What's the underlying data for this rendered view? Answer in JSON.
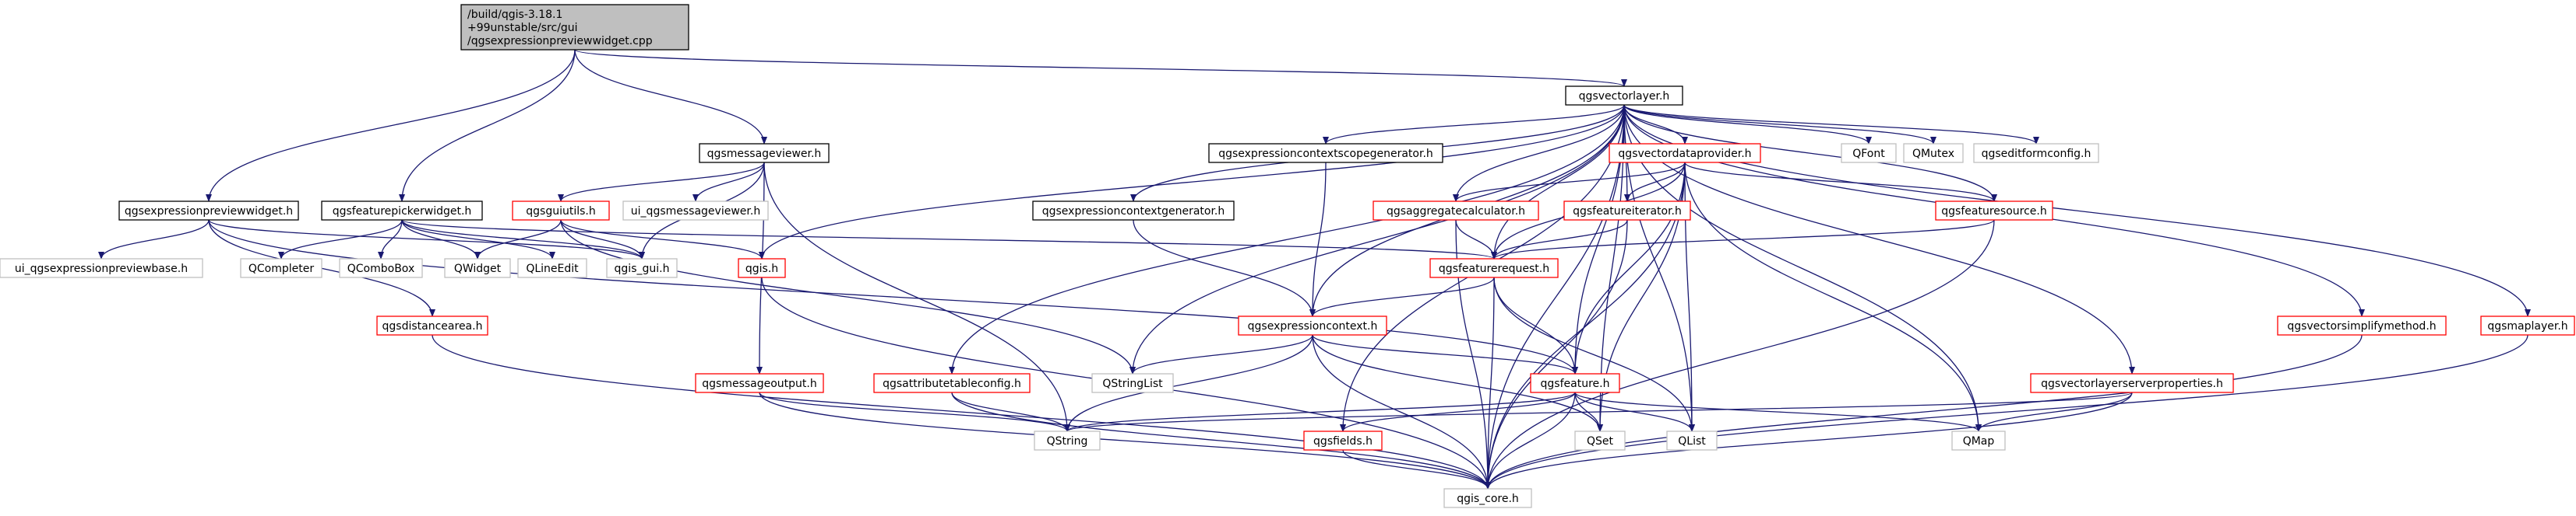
{
  "colors": {
    "edge": "#191970",
    "black_border": "#000000",
    "red_border": "#ff0000",
    "gray_border": "#bfbfbf",
    "root_fill": "#bfbfbf",
    "text": "#000000"
  },
  "nodes": [
    {
      "id": "root",
      "lines": [
        "/build/qgis-3.18.1",
        "+99unstable/src/gui",
        "/qgsexpressionpreviewwidget.cpp"
      ],
      "style": "root"
    },
    {
      "id": "qgsvectorlayer",
      "lines": [
        "qgsvectorlayer.h"
      ],
      "style": "black"
    },
    {
      "id": "qgsmessageviewer",
      "lines": [
        "qgsmessageviewer.h"
      ],
      "style": "black"
    },
    {
      "id": "qgsexpressionpreviewwidget",
      "lines": [
        "qgsexpressionpreviewwidget.h"
      ],
      "style": "black"
    },
    {
      "id": "qgsfeaturepickerwidget",
      "lines": [
        "qgsfeaturepickerwidget.h"
      ],
      "style": "black"
    },
    {
      "id": "qgsguiutils",
      "lines": [
        "qgsguiutils.h"
      ],
      "style": "red"
    },
    {
      "id": "ui_qgsmessageviewer",
      "lines": [
        "ui_qgsmessageviewer.h"
      ],
      "style": "gray"
    },
    {
      "id": "qgsexpressioncontextscopegenerator",
      "lines": [
        "qgsexpressioncontextscopegenerator.h"
      ],
      "style": "black"
    },
    {
      "id": "qgsvectordataprovider",
      "lines": [
        "qgsvectordataprovider.h"
      ],
      "style": "red"
    },
    {
      "id": "qfont",
      "lines": [
        "QFont"
      ],
      "style": "gray"
    },
    {
      "id": "qmutex",
      "lines": [
        "QMutex"
      ],
      "style": "gray"
    },
    {
      "id": "qgseditformconfig",
      "lines": [
        "qgseditformconfig.h"
      ],
      "style": "gray"
    },
    {
      "id": "ui_qgsexpressionpreviewbase",
      "lines": [
        "ui_qgsexpressionpreviewbase.h"
      ],
      "style": "gray"
    },
    {
      "id": "qcompleter",
      "lines": [
        "QCompleter"
      ],
      "style": "gray"
    },
    {
      "id": "qcombobox",
      "lines": [
        "QComboBox"
      ],
      "style": "gray"
    },
    {
      "id": "qwidget",
      "lines": [
        "QWidget"
      ],
      "style": "gray"
    },
    {
      "id": "qlineedit",
      "lines": [
        "QLineEdit"
      ],
      "style": "gray"
    },
    {
      "id": "qgis_gui",
      "lines": [
        "qgis_gui.h"
      ],
      "style": "gray"
    },
    {
      "id": "qgis",
      "lines": [
        "qgis.h"
      ],
      "style": "red"
    },
    {
      "id": "qgsexpressioncontextgenerator",
      "lines": [
        "qgsexpressioncontextgenerator.h"
      ],
      "style": "black"
    },
    {
      "id": "qgsaggregatecalculator",
      "lines": [
        "qgsaggregatecalculator.h"
      ],
      "style": "red"
    },
    {
      "id": "qgsfeatureiterator",
      "lines": [
        "qgsfeatureiterator.h"
      ],
      "style": "red"
    },
    {
      "id": "qgsfeaturesource",
      "lines": [
        "qgsfeaturesource.h"
      ],
      "style": "red"
    },
    {
      "id": "qgsfeaturerequest",
      "lines": [
        "qgsfeaturerequest.h"
      ],
      "style": "red"
    },
    {
      "id": "qgsdistancearea",
      "lines": [
        "qgsdistancearea.h"
      ],
      "style": "red"
    },
    {
      "id": "qgsexpressioncontext",
      "lines": [
        "qgsexpressioncontext.h"
      ],
      "style": "red"
    },
    {
      "id": "qgsmessageoutput",
      "lines": [
        "qgsmessageoutput.h"
      ],
      "style": "red"
    },
    {
      "id": "qgsattributetableconfig",
      "lines": [
        "qgsattributetableconfig.h"
      ],
      "style": "red"
    },
    {
      "id": "qstringlist",
      "lines": [
        "QStringList"
      ],
      "style": "gray"
    },
    {
      "id": "qgsfeature",
      "lines": [
        "qgsfeature.h"
      ],
      "style": "red"
    },
    {
      "id": "qgsvectorlayerserverproperties",
      "lines": [
        "qgsvectorlayerserverproperties.h"
      ],
      "style": "red"
    },
    {
      "id": "qgsvectorsimplifymethod",
      "lines": [
        "qgsvectorsimplifymethod.h"
      ],
      "style": "red"
    },
    {
      "id": "qgsmaplayer",
      "lines": [
        "qgsmaplayer.h"
      ],
      "style": "red"
    },
    {
      "id": "qstring",
      "lines": [
        "QString"
      ],
      "style": "gray"
    },
    {
      "id": "qgsfields",
      "lines": [
        "qgsfields.h"
      ],
      "style": "red"
    },
    {
      "id": "qset",
      "lines": [
        "QSet"
      ],
      "style": "gray"
    },
    {
      "id": "qlist",
      "lines": [
        "QList"
      ],
      "style": "gray"
    },
    {
      "id": "qmap",
      "lines": [
        "QMap"
      ],
      "style": "gray"
    },
    {
      "id": "qgis_core",
      "lines": [
        "qgis_core.h"
      ],
      "style": "gray"
    }
  ],
  "edges": [
    [
      "root",
      "qgsvectorlayer"
    ],
    [
      "root",
      "qgsmessageviewer"
    ],
    [
      "root",
      "qgsexpressionpreviewwidget"
    ],
    [
      "root",
      "qgsfeaturepickerwidget"
    ],
    [
      "qgsvectorlayer",
      "qgsexpressioncontextscopegenerator"
    ],
    [
      "qgsvectorlayer",
      "qgsvectordataprovider"
    ],
    [
      "qgsvectorlayer",
      "qfont"
    ],
    [
      "qgsvectorlayer",
      "qmutex"
    ],
    [
      "qgsvectorlayer",
      "qgseditformconfig"
    ],
    [
      "qgsvectorlayer",
      "qgsexpressioncontextgenerator"
    ],
    [
      "qgsvectorlayer",
      "qgsaggregatecalculator"
    ],
    [
      "qgsvectorlayer",
      "qgsfeatureiterator"
    ],
    [
      "qgsvectorlayer",
      "qgsfeaturesource"
    ],
    [
      "qgsvectorlayer",
      "qgsfeaturerequest"
    ],
    [
      "qgsvectorlayer",
      "qgsexpressioncontext"
    ],
    [
      "qgsvectorlayer",
      "qgsattributetableconfig"
    ],
    [
      "qgsvectorlayer",
      "qstringlist"
    ],
    [
      "qgsvectorlayer",
      "qgsfeature"
    ],
    [
      "qgsvectorlayer",
      "qgsfields"
    ],
    [
      "qgsvectorlayer",
      "qgis"
    ],
    [
      "qgsvectorlayer",
      "qset"
    ],
    [
      "qgsvectorlayer",
      "qlist"
    ],
    [
      "qgsvectorlayer",
      "qmap"
    ],
    [
      "qgsvectorlayer",
      "qgis_core"
    ],
    [
      "qgsvectorlayer",
      "qgsvectorlayerserverproperties"
    ],
    [
      "qgsvectorlayer",
      "qgsvectorsimplifymethod"
    ],
    [
      "qgsvectorlayer",
      "qgsmaplayer"
    ],
    [
      "qgsmessageviewer",
      "qgsguiutils"
    ],
    [
      "qgsmessageviewer",
      "ui_qgsmessageviewer"
    ],
    [
      "qgsmessageviewer",
      "qgis_gui"
    ],
    [
      "qgsmessageviewer",
      "qgsmessageoutput"
    ],
    [
      "qgsmessageviewer",
      "qstring"
    ],
    [
      "qgsexpressionpreviewwidget",
      "ui_qgsexpressionpreviewbase"
    ],
    [
      "qgsexpressionpreviewwidget",
      "qgis_gui"
    ],
    [
      "qgsexpressionpreviewwidget",
      "qgsdistancearea"
    ],
    [
      "qgsexpressionpreviewwidget",
      "qgsfeature"
    ],
    [
      "qgsfeaturepickerwidget",
      "qcompleter"
    ],
    [
      "qgsfeaturepickerwidget",
      "qcombobox"
    ],
    [
      "qgsfeaturepickerwidget",
      "qwidget"
    ],
    [
      "qgsfeaturepickerwidget",
      "qlineedit"
    ],
    [
      "qgsfeaturepickerwidget",
      "qgis_gui"
    ],
    [
      "qgsfeaturepickerwidget",
      "qgsfeaturerequest"
    ],
    [
      "qgsguiutils",
      "qwidget"
    ],
    [
      "qgsguiutils",
      "qgis_gui"
    ],
    [
      "qgsguiutils",
      "qgis"
    ],
    [
      "qgsguiutils",
      "qstringlist"
    ],
    [
      "qgis",
      "qgis_core"
    ],
    [
      "qgsexpressioncontextscopegenerator",
      "qgsexpressioncontext"
    ],
    [
      "qgsexpressioncontextgenerator",
      "qgsexpressioncontext"
    ],
    [
      "qgsvectordataprovider",
      "qgsaggregatecalculator"
    ],
    [
      "qgsvectordataprovider",
      "qgsfeatureiterator"
    ],
    [
      "qgsvectordataprovider",
      "qgsfeaturesource"
    ],
    [
      "qgsvectordataprovider",
      "qgsfeaturerequest"
    ],
    [
      "qgsvectordataprovider",
      "qgsfeature"
    ],
    [
      "qgsvectordataprovider",
      "qset"
    ],
    [
      "qgsvectordataprovider",
      "qlist"
    ],
    [
      "qgsvectordataprovider",
      "qmap"
    ],
    [
      "qgsvectordataprovider",
      "qgis_core"
    ],
    [
      "qgsaggregatecalculator",
      "qgsfeaturerequest"
    ],
    [
      "qgsaggregatecalculator",
      "qgis_core"
    ],
    [
      "qgsfeatureiterator",
      "qgsfeaturerequest"
    ],
    [
      "qgsfeatureiterator",
      "qgis_core"
    ],
    [
      "qgsfeaturesource",
      "qgsfeaturerequest"
    ],
    [
      "qgsfeaturesource",
      "qgis_core"
    ],
    [
      "qgsfeaturerequest",
      "qgsexpressioncontext"
    ],
    [
      "qgsfeaturerequest",
      "qgsfeature"
    ],
    [
      "qgsfeaturerequest",
      "qlist"
    ],
    [
      "qgsfeaturerequest",
      "qgis_core"
    ],
    [
      "qgsexpressioncontext",
      "qstringlist"
    ],
    [
      "qgsexpressioncontext",
      "qgsfeature"
    ],
    [
      "qgsexpressioncontext",
      "qstring"
    ],
    [
      "qgsexpressioncontext",
      "qset"
    ],
    [
      "qgsexpressioncontext",
      "qgis_core"
    ],
    [
      "qgsdistancearea",
      "qgis_core"
    ],
    [
      "qgsmessageoutput",
      "qstring"
    ],
    [
      "qgsmessageoutput",
      "qgis_core"
    ],
    [
      "qgsattributetableconfig",
      "qstring"
    ],
    [
      "qgsattributetableconfig",
      "qgis_core"
    ],
    [
      "qgsfeature",
      "qstring"
    ],
    [
      "qgsfeature",
      "qgsfields"
    ],
    [
      "qgsfeature",
      "qset"
    ],
    [
      "qgsfeature",
      "qlist"
    ],
    [
      "qgsfeature",
      "qmap"
    ],
    [
      "qgsfeature",
      "qgis_core"
    ],
    [
      "qgsfields",
      "qgis_core"
    ],
    [
      "qgsvectorlayerserverproperties",
      "qstring"
    ],
    [
      "qgsvectorlayerserverproperties",
      "qmap"
    ],
    [
      "qgsvectorlayerserverproperties",
      "qgis_core"
    ],
    [
      "qgsvectorsimplifymethod",
      "qgis_core"
    ],
    [
      "qgsmaplayer",
      "qgis_core"
    ]
  ]
}
